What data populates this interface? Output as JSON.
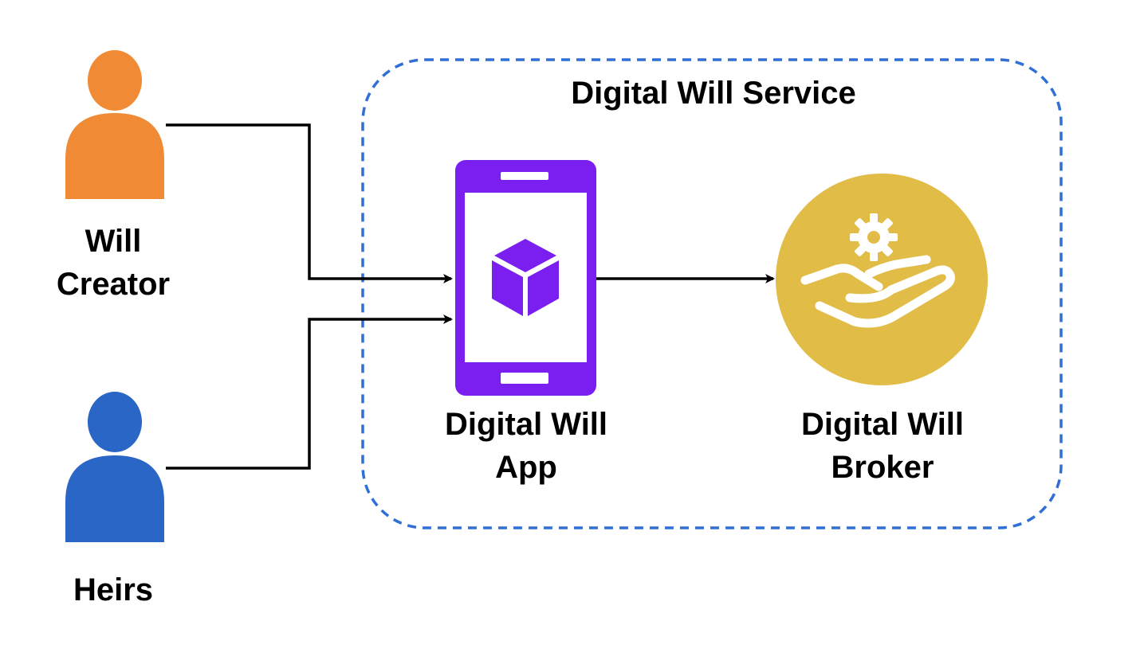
{
  "service_boundary": {
    "title": "Digital Will Service",
    "border_color": "#2f6fd6"
  },
  "actors": {
    "will_creator": {
      "label_lines": [
        "Will",
        "Creator"
      ],
      "icon": "person-icon",
      "color": "#f08a35"
    },
    "heirs": {
      "label_lines": [
        "Heirs"
      ],
      "icon": "person-icon",
      "color": "#2a66c6"
    }
  },
  "components": {
    "app": {
      "label_lines": [
        "Digital Will",
        "App"
      ],
      "icon": "smartphone-cube-icon",
      "color": "#7a1ff0"
    },
    "broker": {
      "label_lines": [
        "Digital Will",
        "Broker"
      ],
      "icon": "hand-gear-icon",
      "color": "#e1bd48"
    }
  },
  "connections": [
    {
      "from": "Will Creator",
      "to": "Digital Will App"
    },
    {
      "from": "Heirs",
      "to": "Digital Will App"
    },
    {
      "from": "Digital Will App",
      "to": "Digital Will Broker"
    }
  ]
}
